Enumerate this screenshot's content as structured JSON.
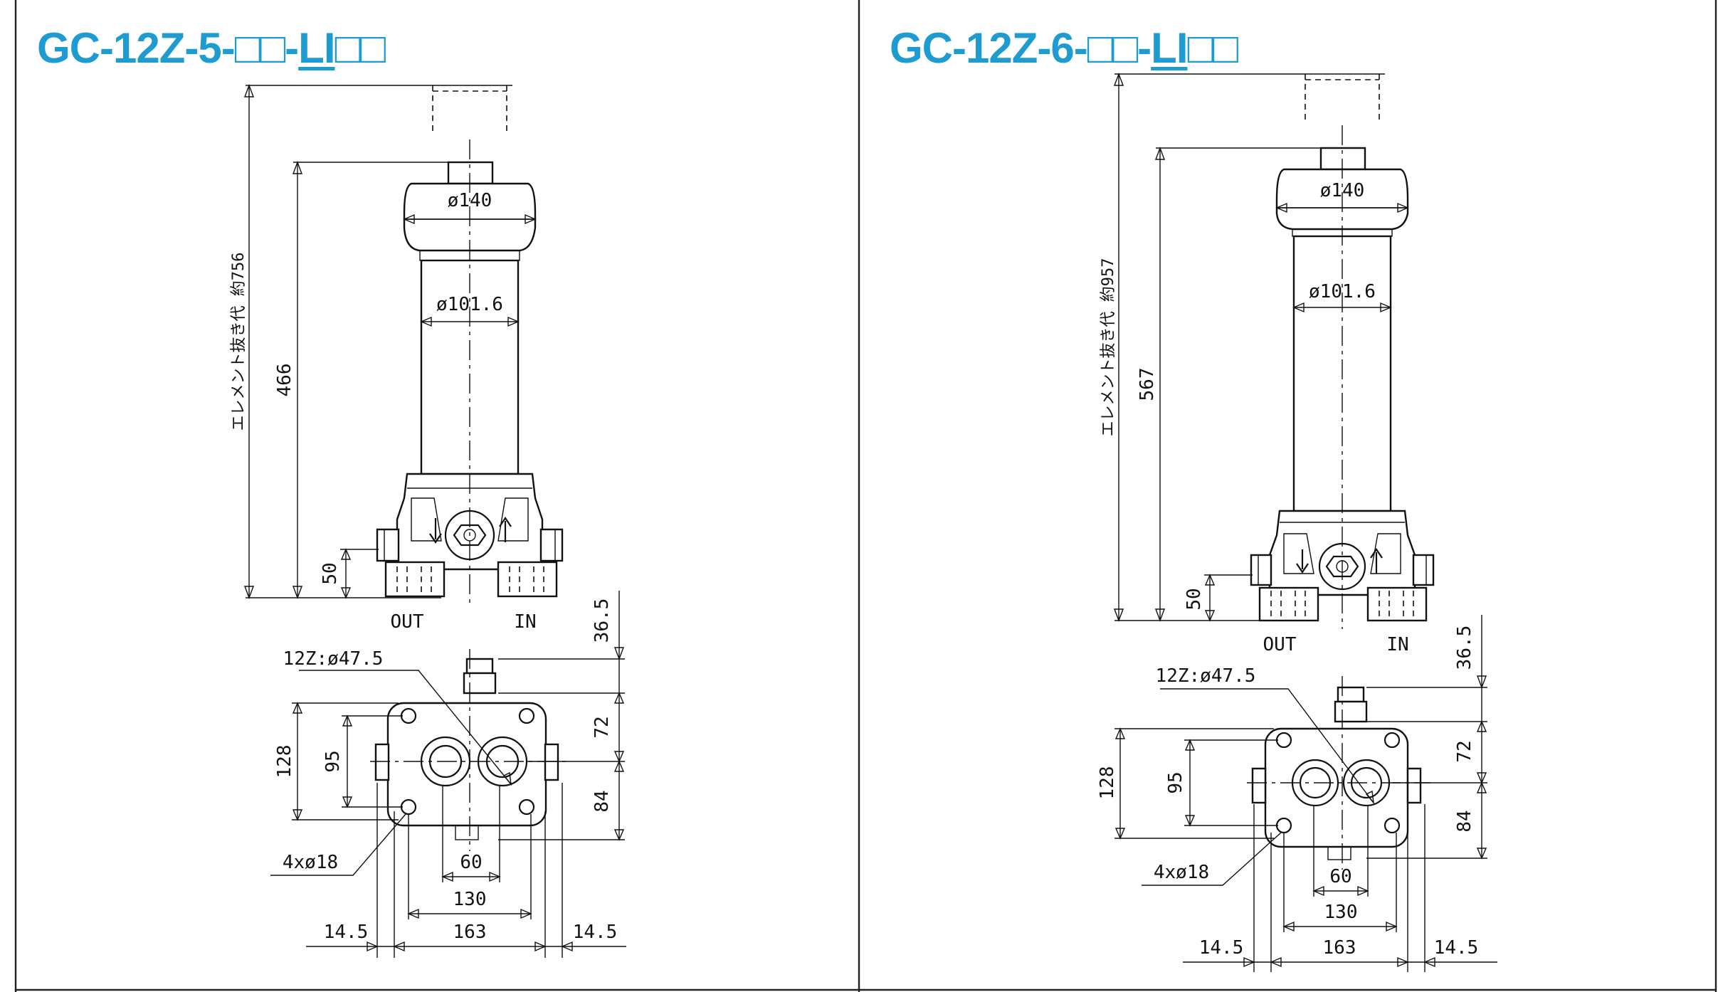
{
  "panels": [
    {
      "title_prefix": "GC-12Z-5-□□-",
      "title_code": "LI",
      "title_suffix": "□□",
      "labels": {
        "cap_dia": "ø140",
        "bowl_dia": "ø101.6",
        "total_height": "466",
        "removal": "エレメント抜き代 約756",
        "inlet_height": "50",
        "out": "OUT",
        "in": "IN",
        "port_dia": "12Z:ø47.5",
        "bolt_holes": "4xø18",
        "h_128": "128",
        "h_95": "95",
        "v_36_5": "36.5",
        "v_72": "72",
        "v_84": "84",
        "w_60": "60",
        "w_130": "130",
        "w_163": "163",
        "w_14_5_left": "14.5",
        "w_14_5_right": "14.5"
      }
    },
    {
      "title_prefix": "GC-12Z-6-□□-",
      "title_code": "LI",
      "title_suffix": "□□",
      "labels": {
        "cap_dia": "ø140",
        "bowl_dia": "ø101.6",
        "total_height": "567",
        "removal": "エレメント抜き代 約957",
        "inlet_height": "50",
        "out": "OUT",
        "in": "IN",
        "port_dia": "12Z:ø47.5",
        "bolt_holes": "4xø18",
        "h_128": "128",
        "h_95": "95",
        "v_36_5": "36.5",
        "v_72": "72",
        "v_84": "84",
        "w_60": "60",
        "w_130": "130",
        "w_163": "163",
        "w_14_5_left": "14.5",
        "w_14_5_right": "14.5"
      }
    }
  ],
  "colors": {
    "title": "#1e9bd1",
    "line": "#111111"
  }
}
